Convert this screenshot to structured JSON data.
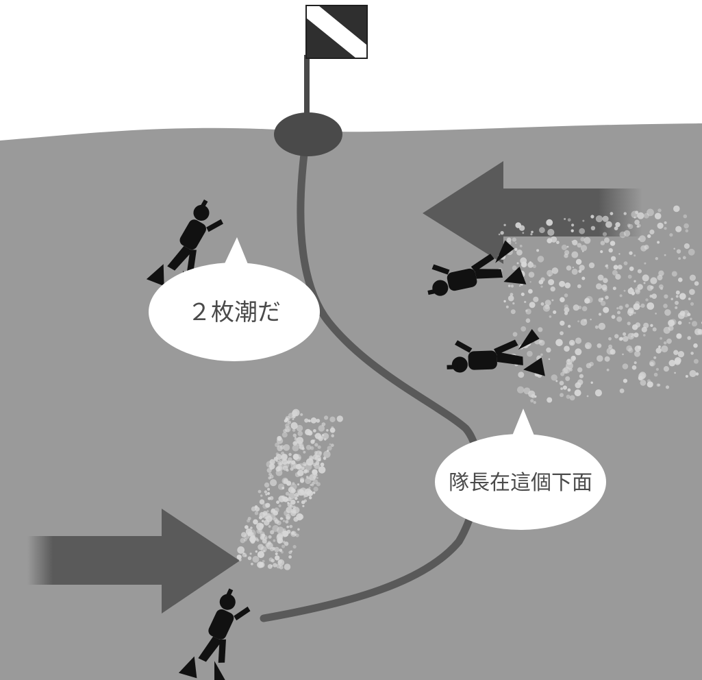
{
  "scene": {
    "colors": {
      "background": "#ffffff",
      "water": "#9a9a9a",
      "arrow": "#5a5a5a",
      "line": "#595959",
      "buoy": "#4a4a4a",
      "diver": "#111111",
      "bubbles": "#d8d8d8",
      "speech_bubble": "#ffffff",
      "text": "#4a4a4a"
    },
    "flag": {
      "icon": "dive-flag-icon"
    },
    "speech_bubbles": [
      {
        "text": "２枚潮だ"
      },
      {
        "text": "隊長在這個下面"
      }
    ],
    "currents": [
      {
        "direction": "left",
        "depth": "upper"
      },
      {
        "direction": "right",
        "depth": "lower"
      }
    ],
    "divers": [
      {
        "role": "left-diver"
      },
      {
        "role": "right-diver-upper"
      },
      {
        "role": "right-diver-lower"
      },
      {
        "role": "bottom-diver"
      }
    ]
  }
}
